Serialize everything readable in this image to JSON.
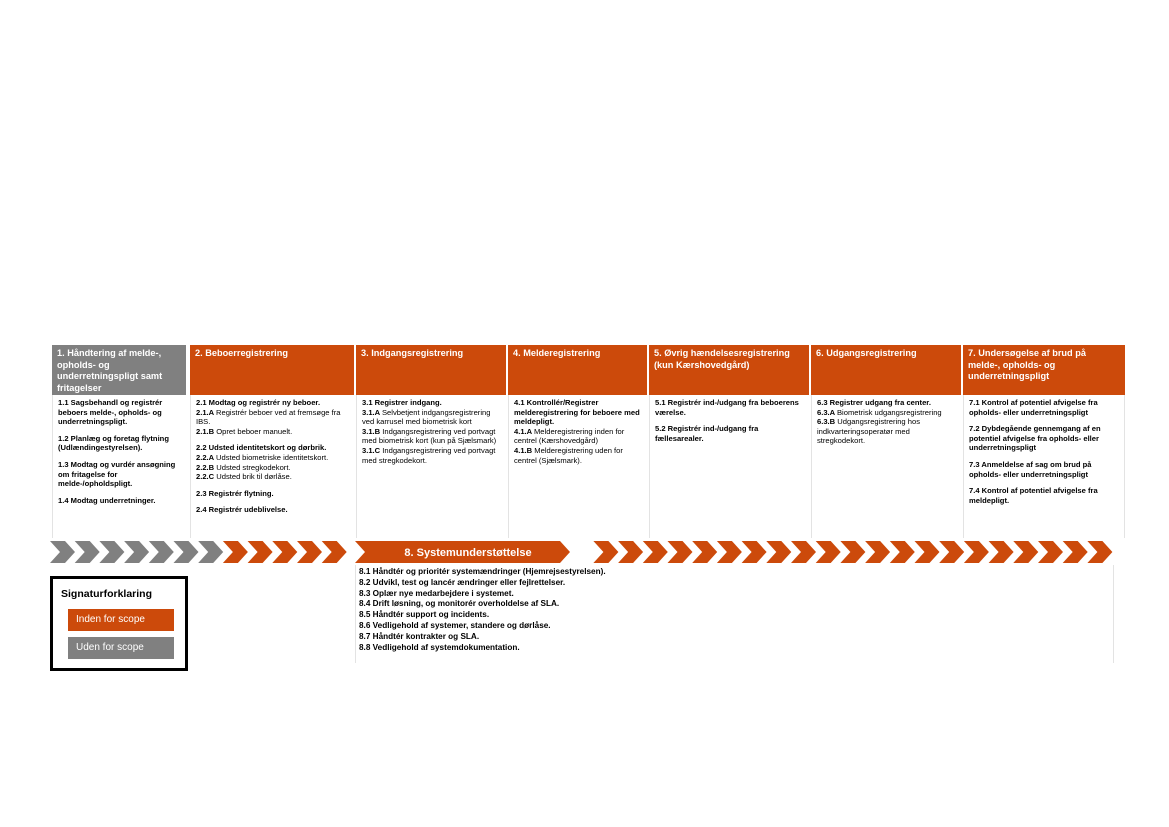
{
  "colors": {
    "in_scope": "#CC4A0B",
    "out_scope": "#808080",
    "text_on_fill": "#FFFFFF"
  },
  "columns": [
    {
      "header": "1. Håndtering af melde-, opholds- og underretningspligt samt fritagelser",
      "scope": "out",
      "items": [
        {
          "parts": [
            {
              "t": "1.1 Sagsbehandl og registrér beboers melde-, opholds- og underretningspligt.",
              "b": true
            }
          ]
        },
        {
          "parts": [
            {
              "t": "1.2 Planlæg og foretag flytning (Udlændingestyrelsen).",
              "b": true
            }
          ]
        },
        {
          "parts": [
            {
              "t": "1.3 Modtag og vurdér ansøgning om fritagelse for melde-/opholdspligt.",
              "b": true
            }
          ]
        },
        {
          "parts": [
            {
              "t": "1.4 Modtag underretninger.",
              "b": true
            }
          ]
        }
      ]
    },
    {
      "header": "2. Beboerregistrering",
      "scope": "in",
      "items": [
        {
          "tight": true,
          "parts": [
            {
              "t": "2.1 Modtag og registrér ny beboer.",
              "b": true
            }
          ]
        },
        {
          "tight": true,
          "parts": [
            {
              "t": "2.1.A ",
              "b": true
            },
            {
              "t": "Registrér beboer ved at fremsøge fra IBS.",
              "b": false
            }
          ]
        },
        {
          "parts": [
            {
              "t": "2.1.B ",
              "b": true
            },
            {
              "t": "Opret beboer manuelt.",
              "b": false
            }
          ]
        },
        {
          "tight": true,
          "parts": [
            {
              "t": "2.2 Udsted identitetskort og dørbrik.",
              "b": true
            }
          ]
        },
        {
          "tight": true,
          "parts": [
            {
              "t": "2.2.A ",
              "b": true
            },
            {
              "t": "Udsted biometriske identitetskort.",
              "b": false
            }
          ]
        },
        {
          "tight": true,
          "parts": [
            {
              "t": "2.2.B ",
              "b": true
            },
            {
              "t": "Udsted stregkodekort.",
              "b": false
            }
          ]
        },
        {
          "parts": [
            {
              "t": "2.2.C ",
              "b": true
            },
            {
              "t": "Udsted brik til dørlåse.",
              "b": false
            }
          ]
        },
        {
          "parts": [
            {
              "t": "2.3 Registrér flytning.",
              "b": true
            }
          ]
        },
        {
          "parts": [
            {
              "t": "2.4 Registrér udeblivelse.",
              "b": true
            }
          ]
        }
      ]
    },
    {
      "header": "3. Indgangsregistrering",
      "scope": "in",
      "items": [
        {
          "tight": true,
          "parts": [
            {
              "t": "3.1 Registrer indgang.",
              "b": true
            }
          ]
        },
        {
          "tight": true,
          "parts": [
            {
              "t": "3.1.A ",
              "b": true
            },
            {
              "t": "Selvbetjent indgangsregistrering ved karrusel med biometrisk kort",
              "b": false
            }
          ]
        },
        {
          "tight": true,
          "parts": [
            {
              "t": "3.1.B ",
              "b": true
            },
            {
              "t": "Indgangsregistrering ved portvagt med biometrisk kort (kun på Sjælsmark)",
              "b": false
            }
          ]
        },
        {
          "parts": [
            {
              "t": "3.1.C ",
              "b": true
            },
            {
              "t": "Indgangsregistrering ved portvagt med stregkodekort.",
              "b": false
            }
          ]
        }
      ]
    },
    {
      "header": "4. Melderegistrering",
      "scope": "in",
      "items": [
        {
          "tight": true,
          "parts": [
            {
              "t": "4.1 Kontrollér/Registrer melderegistrering for beboere med meldepligt.",
              "b": true
            }
          ]
        },
        {
          "tight": true,
          "parts": [
            {
              "t": "4.1.A ",
              "b": true
            },
            {
              "t": "Melderegistrering inden for centrel (Kærshovedgård)",
              "b": false
            }
          ]
        },
        {
          "parts": [
            {
              "t": "4.1.B ",
              "b": true
            },
            {
              "t": "Melderegistrering uden for centrel (Sjælsmark).",
              "b": false
            }
          ]
        }
      ]
    },
    {
      "header": "5. Øvrig hændelsesregistrering (kun Kærshovedgård)",
      "scope": "in",
      "items": [
        {
          "parts": [
            {
              "t": "5.1 Registrér ind-/udgang fra beboerens værelse.",
              "b": true
            }
          ]
        },
        {
          "parts": [
            {
              "t": "5.2 Registrér ind-/udgang fra fællesarealer.",
              "b": true
            }
          ]
        }
      ]
    },
    {
      "header": "6. Udgangsregistrering",
      "scope": "in",
      "items": [
        {
          "tight": true,
          "parts": [
            {
              "t": "6.3 Registrer udgang fra center.",
              "b": true
            }
          ]
        },
        {
          "tight": true,
          "parts": [
            {
              "t": "6.3.A ",
              "b": true
            },
            {
              "t": "Biometrisk udgangsregistrering",
              "b": false
            }
          ]
        },
        {
          "parts": [
            {
              "t": "6.3.B ",
              "b": true
            },
            {
              "t": "Udgangsregistrering hos indkvarteringsoperatør med stregkodekort.",
              "b": false
            }
          ]
        }
      ]
    },
    {
      "header": "7. Undersøgelse af brud på melde-, opholds- og underretningspligt",
      "scope": "in",
      "items": [
        {
          "parts": [
            {
              "t": "7.1 Kontrol af potentiel afvigelse fra opholds- eller underretningspligt",
              "b": true
            }
          ]
        },
        {
          "parts": [
            {
              "t": "7.2 Dybdegående gennemgang af en potentiel afvigelse fra opholds- eller underretningspligt",
              "b": true
            }
          ]
        },
        {
          "parts": [
            {
              "t": "7.3 Anmeldelse af sag om brud på opholds- eller underretningspligt",
              "b": true
            }
          ]
        },
        {
          "parts": [
            {
              "t": "7.4 Kontrol af potentiel afvigelse fra meldepligt.",
              "b": true
            }
          ]
        }
      ]
    }
  ],
  "system_support": {
    "title": "8. Systemunderstøttelse",
    "items": [
      "8.1 Håndtér og prioritér systemændringer (Hjemrejsestyrelsen).",
      "8.2 Udvikl, test og lancér ændringer eller fejlrettelser.",
      "8.3 Oplær nye medarbejdere i systemet.",
      "8.4 Drift løsning, og monitorér overholdelse af SLA.",
      "8.5 Håndtér support og incidents.",
      "8.6 Vedligehold af systemer, standere og dørlåse.",
      "8.7 Håndtér kontrakter og SLA.",
      "8.8 Vedligehold af systemdokumentation."
    ]
  },
  "legend": {
    "title": "Signaturforklaring",
    "in_scope_label": "Inden for scope",
    "out_scope_label": "Uden for scope"
  }
}
